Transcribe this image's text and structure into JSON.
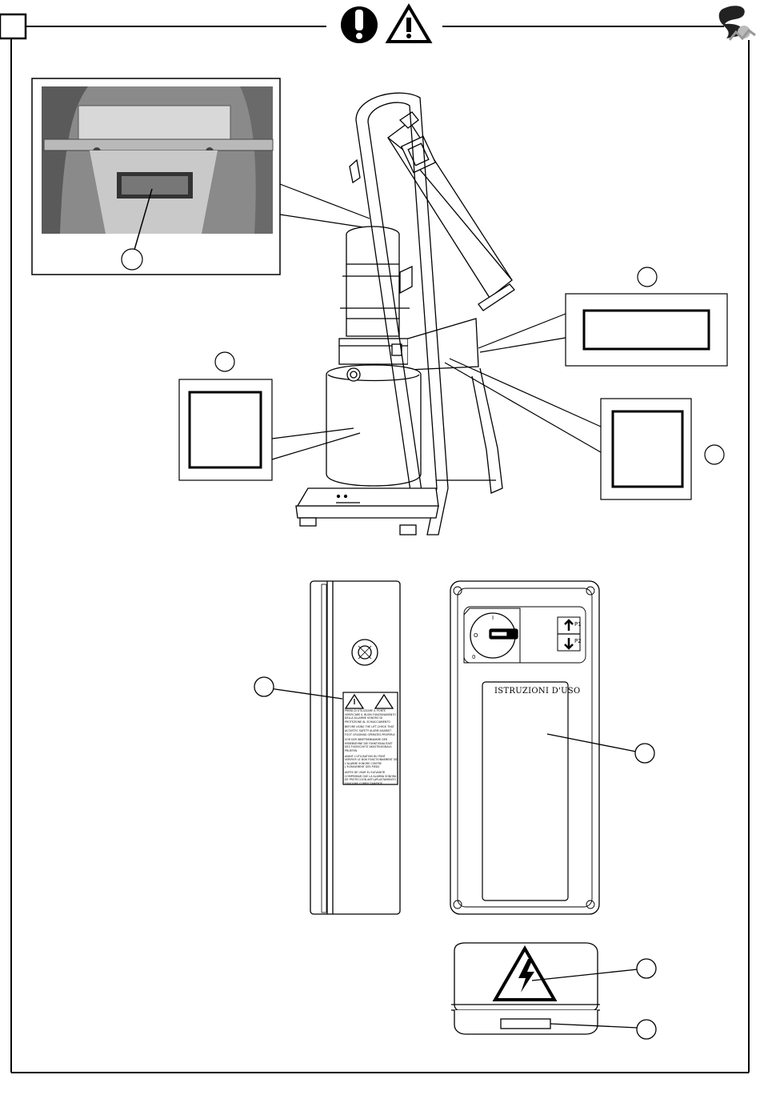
{
  "panel": {
    "instructions_label": "ISTRUZIONI D'USO",
    "arrow_up_label": "P1",
    "arrow_down_label": "P2",
    "switch_on_label": "I",
    "switch_off_label": "O",
    "switch_zero_label": "0"
  },
  "side_label": {
    "paragraphs": [
      "PRIMA DI UTILIZZARE IL PONTE VERIFICARE IL BUON FUNZIONAMENTO DELLA ALLARME SONORO DI PROTEZIONE AL SCHIACCIAMENTO",
      "BEFORE USING THE LIFT,CHECK THAT ACOUSTIC SAFETY ALARM AGAINST FOOT CRUSHING OPERATES PROPERLY",
      "VOR DER INBETRIEBNAHME DER HEBEBUEHNE DIE FUNKTIONALITAET DES FUSSSCHUTZ AKUSTIKSIGNALS PRUEFEN",
      "AVANT L'UTILISATION DU PONT VERIFIER LE BON FONCTIONNEMENT DE L'ALARME SONORE CONTRE L'ECRASEMENT DES PIEDS",
      "ANTES DE USAR EL ELEVADOR COMPROBAR QUE LA ALARMA SONORA DE PROTECCION ANTI-APLASTAMIENTO FUNCIONE CORRECTAMENTE"
    ]
  },
  "icons": [
    "exclamation-icon",
    "warning-triangle-icon",
    "brand-logo-icon",
    "electric-hazard-icon"
  ],
  "colors": {
    "ink": "#000000",
    "paper": "#ffffff",
    "photo_gray": "#8a8a8a"
  }
}
